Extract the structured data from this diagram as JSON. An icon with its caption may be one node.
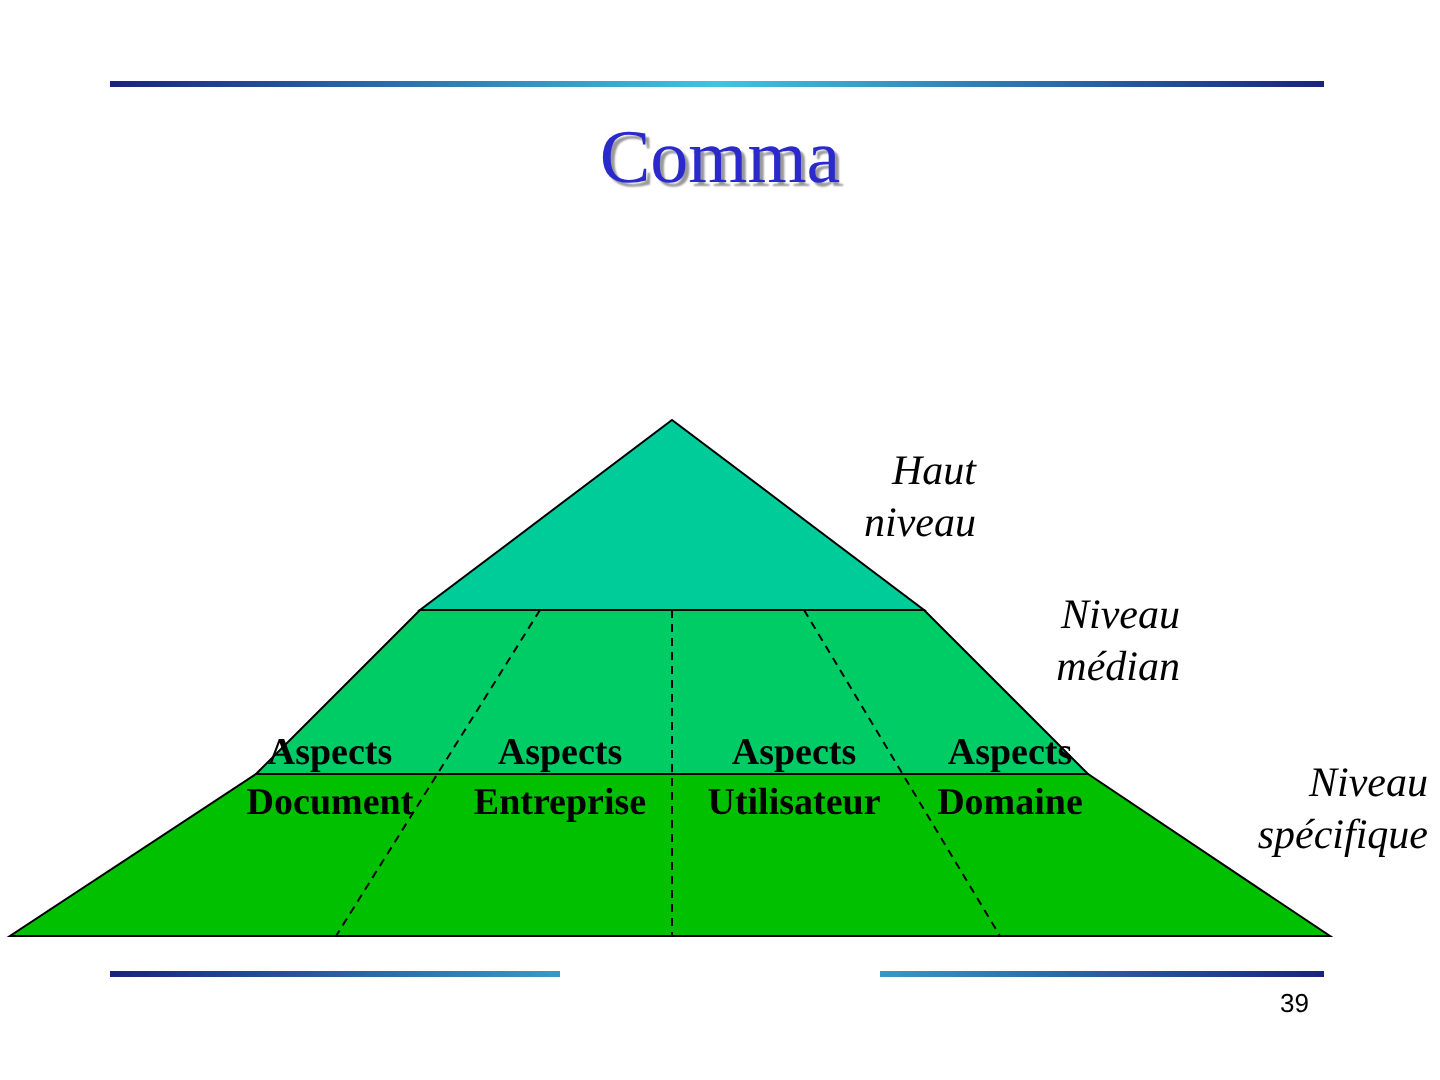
{
  "diagram": {
    "title": "Comma",
    "labels": [
      "Haut niveau",
      "Niveau médian",
      "Aspects Document",
      "Aspects Entreprise",
      "Aspects Utilisateur",
      "Aspects Domaine",
      "Niveau spécifique",
      "39"
    ]
  }
}
